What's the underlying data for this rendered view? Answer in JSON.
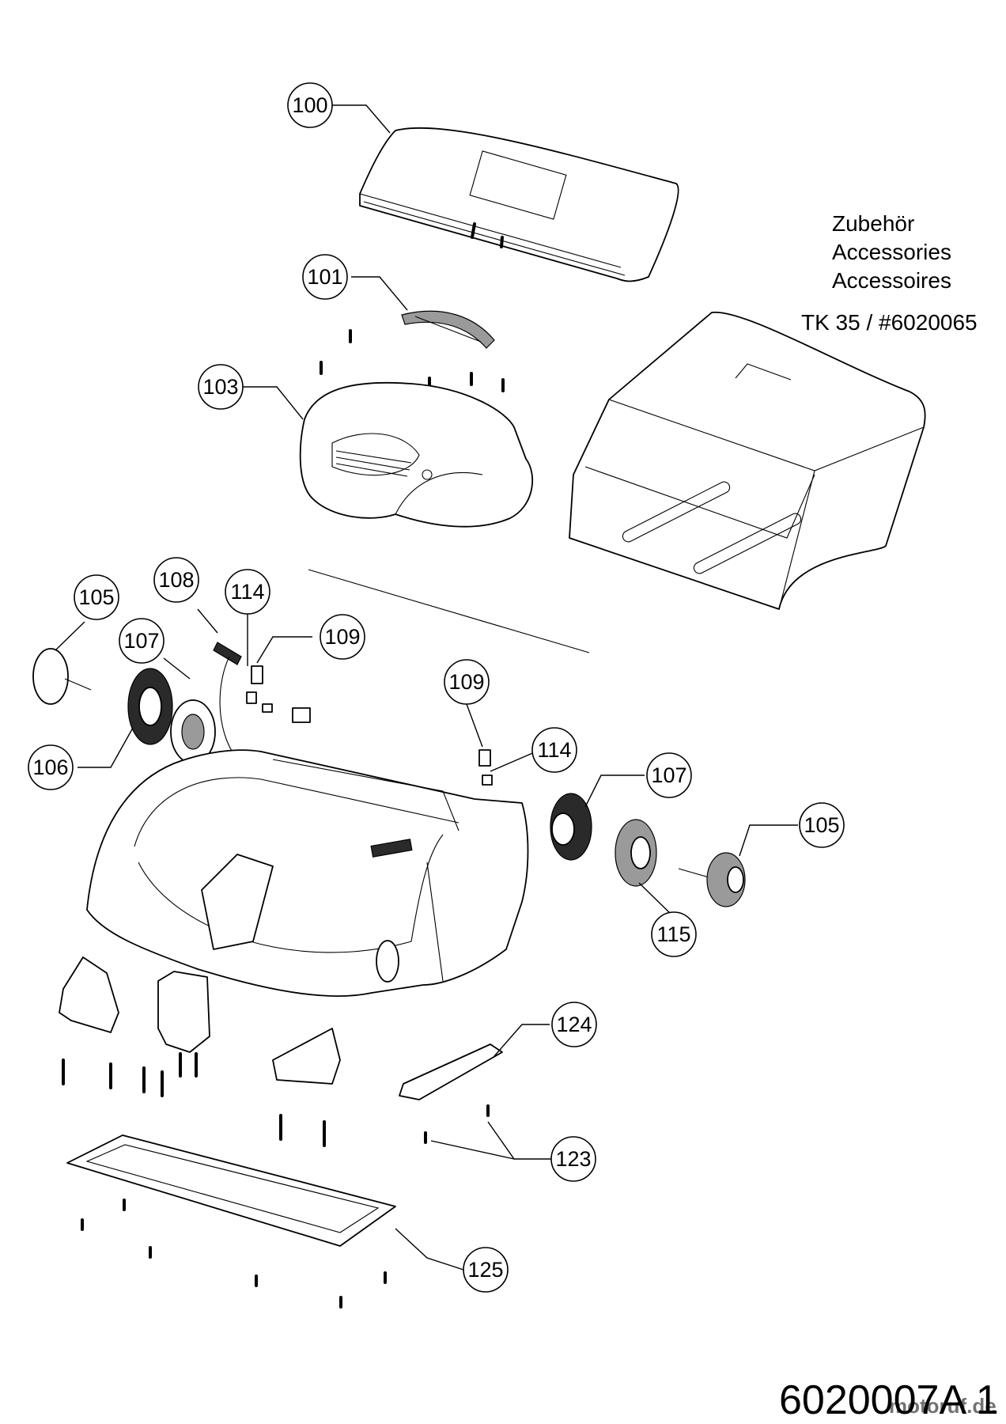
{
  "accessories": {
    "line1": "Zubehör",
    "line2": "Accessories",
    "line3": "Accessoires",
    "kit": "TK 35 / #6020065"
  },
  "drawing_number": "6020007A 1",
  "watermark": "motoruf.de",
  "callouts": {
    "c100": "100",
    "c101": "101",
    "c103": "103",
    "c105a": "105",
    "c105b": "105",
    "c106": "106",
    "c107a": "107",
    "c107b": "107",
    "c108": "108",
    "c109a": "109",
    "c109b": "109",
    "c114a": "114",
    "c114b": "114",
    "c115": "115",
    "c123": "123",
    "c124": "124",
    "c125": "125"
  }
}
